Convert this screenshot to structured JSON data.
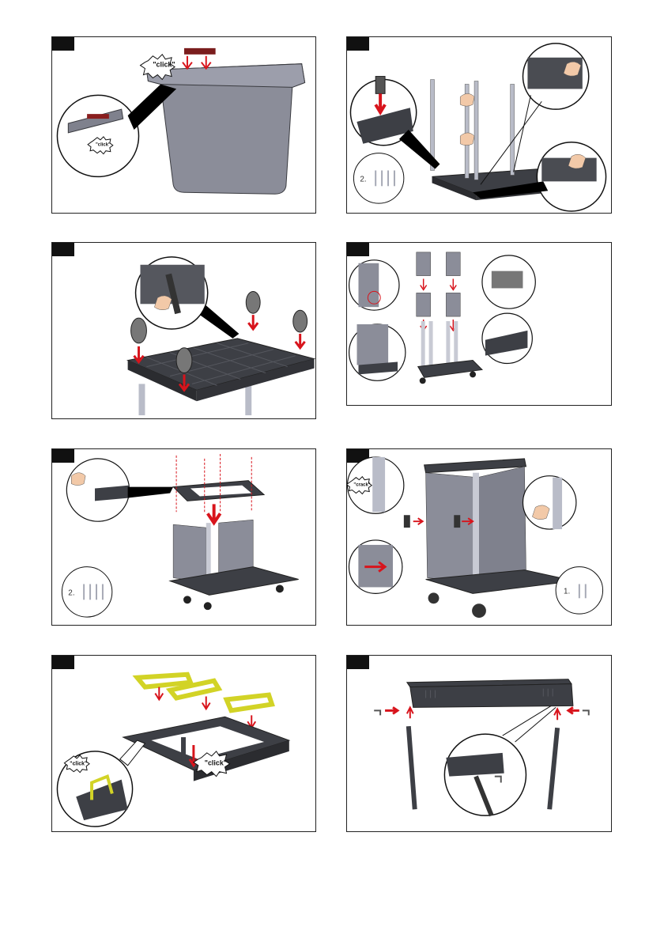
{
  "panels": {
    "p1": {
      "click_label_main": "\"click\"",
      "click_label_detail": "\"click\""
    },
    "p2": {
      "count_label": "2."
    },
    "p5": {
      "count_label": "2."
    },
    "p6": {
      "crack_label": "\"crack\"",
      "count_label": "1."
    },
    "p7": {
      "click_label_left": "\"click\"",
      "click_label_right": "\"click\""
    }
  },
  "colors": {
    "grey_part": "#8b8d99",
    "dark_part": "#3d3f45",
    "arrow_red": "#d8141c",
    "yellow_part": "#d2d326",
    "pole": "#b9bcc8"
  }
}
